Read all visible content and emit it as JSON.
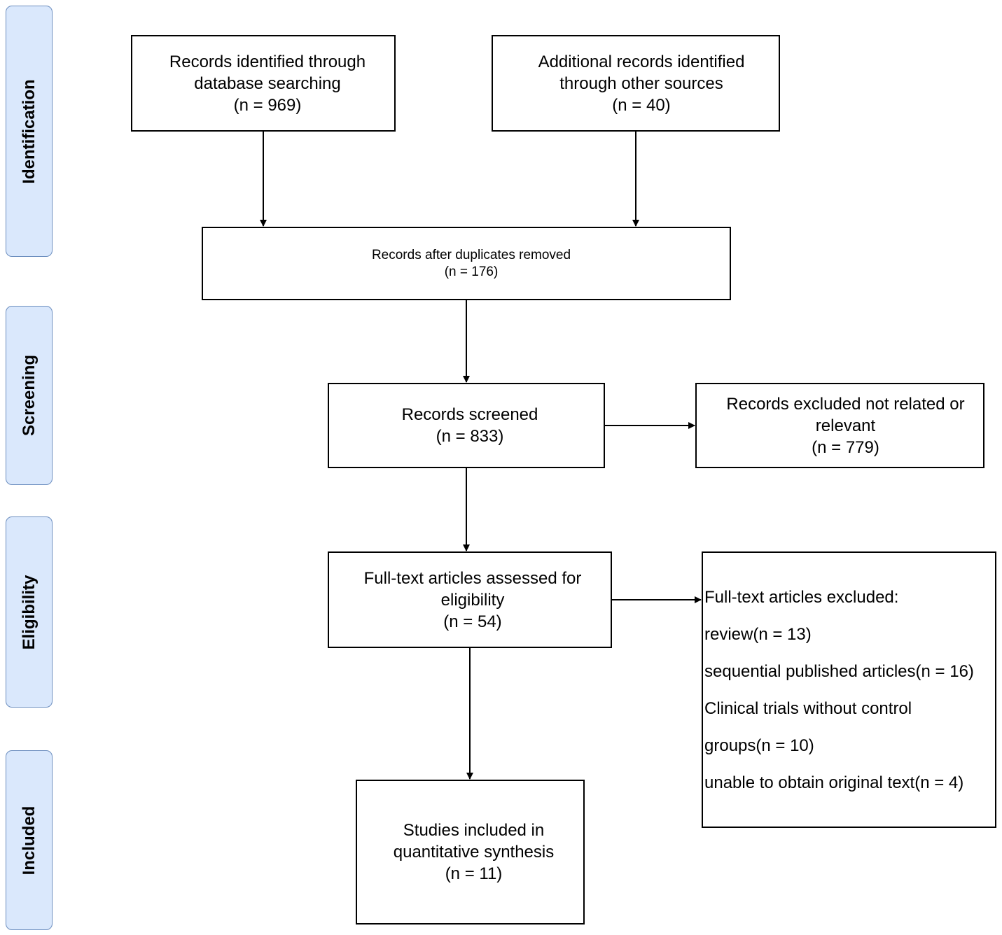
{
  "stages": {
    "identification": "Identification",
    "screening": "Screening",
    "eligibility": "Eligibility",
    "included": "Included"
  },
  "boxes": {
    "database": [
      "Records identified through",
      "database searching",
      "(n = 969)"
    ],
    "other_sources": [
      "Additional records identified",
      "through other sources",
      "(n = 40)"
    ],
    "duplicates_removed": [
      "Records after duplicates removed",
      "(n = 176)"
    ],
    "screened": [
      "Records screened",
      "(n = 833)"
    ],
    "excluded_screening": [
      "Records excluded not related or",
      "relevant",
      "(n = 779)"
    ],
    "full_text": [
      "Full-text articles assessed for",
      "eligibility",
      "(n = 54)"
    ],
    "included": [
      "Studies included in",
      "quantitative synthesis",
      "(n = 11)"
    ]
  },
  "full_text_excluded": [
    "Full-text articles excluded:",
    "review(n = 13)",
    "sequential published articles(n = 16)",
    "Clinical trials without control",
    "groups(n = 10)",
    "unable to obtain original text(n = 4)"
  ]
}
